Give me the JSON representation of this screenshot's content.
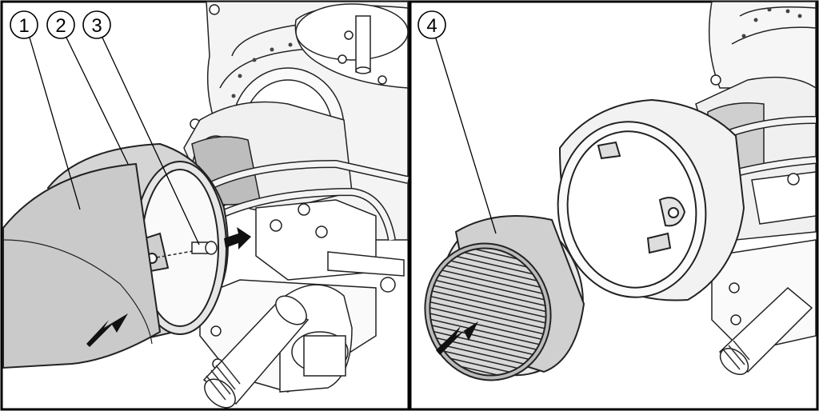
{
  "panels": [
    {
      "id": "left",
      "callouts": [
        {
          "label": "1"
        },
        {
          "label": "2"
        },
        {
          "label": "3"
        }
      ]
    },
    {
      "id": "right",
      "callouts": [
        {
          "label": "4"
        }
      ]
    }
  ]
}
